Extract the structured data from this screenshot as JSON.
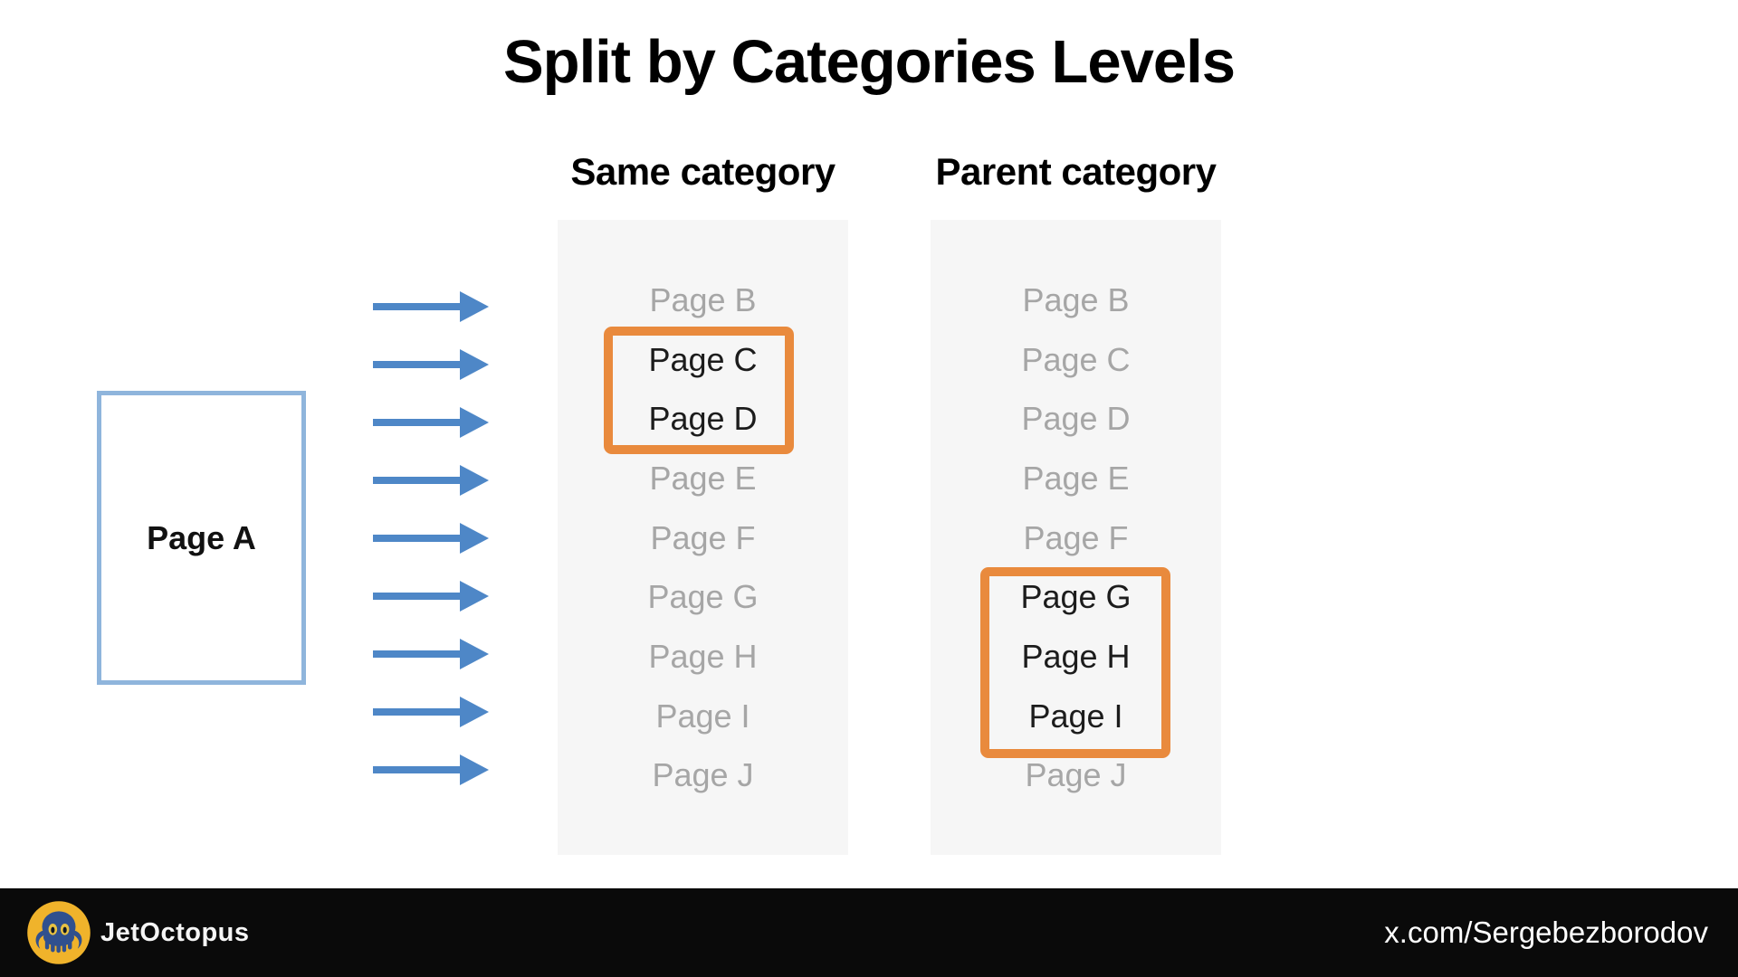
{
  "title": "Split by Categories Levels",
  "source_page": {
    "label": "Page A"
  },
  "arrows": {
    "count": 9,
    "direction": "right"
  },
  "columns": [
    {
      "header": "Same category",
      "items": [
        {
          "label": "Page B",
          "highlighted": false
        },
        {
          "label": "Page C",
          "highlighted": true
        },
        {
          "label": "Page D",
          "highlighted": true
        },
        {
          "label": "Page E",
          "highlighted": false
        },
        {
          "label": "Page F",
          "highlighted": false
        },
        {
          "label": "Page G",
          "highlighted": false
        },
        {
          "label": "Page H",
          "highlighted": false
        },
        {
          "label": "Page I",
          "highlighted": false
        },
        {
          "label": "Page J",
          "highlighted": false
        }
      ]
    },
    {
      "header": "Parent category",
      "items": [
        {
          "label": "Page B",
          "highlighted": false
        },
        {
          "label": "Page C",
          "highlighted": false
        },
        {
          "label": "Page D",
          "highlighted": false
        },
        {
          "label": "Page E",
          "highlighted": false
        },
        {
          "label": "Page F",
          "highlighted": false
        },
        {
          "label": "Page G",
          "highlighted": true
        },
        {
          "label": "Page H",
          "highlighted": true
        },
        {
          "label": "Page I",
          "highlighted": true
        },
        {
          "label": "Page J",
          "highlighted": false
        }
      ]
    }
  ],
  "footer": {
    "brand": "JetOctopus",
    "handle": "x.com/Sergebezborodov",
    "logo": "octopus-logo"
  },
  "colors": {
    "arrow_blue": "#4e87c7",
    "highlight_orange": "#e98a3d",
    "page_a_border": "#8fb5dc",
    "panel_background": "#f6f6f6",
    "dim_text": "#a6a6a6",
    "active_text": "#1c1c1c",
    "footer_background": "#0a0a0a",
    "logo_yellow": "#f0b32b",
    "logo_blue": "#30508e"
  }
}
